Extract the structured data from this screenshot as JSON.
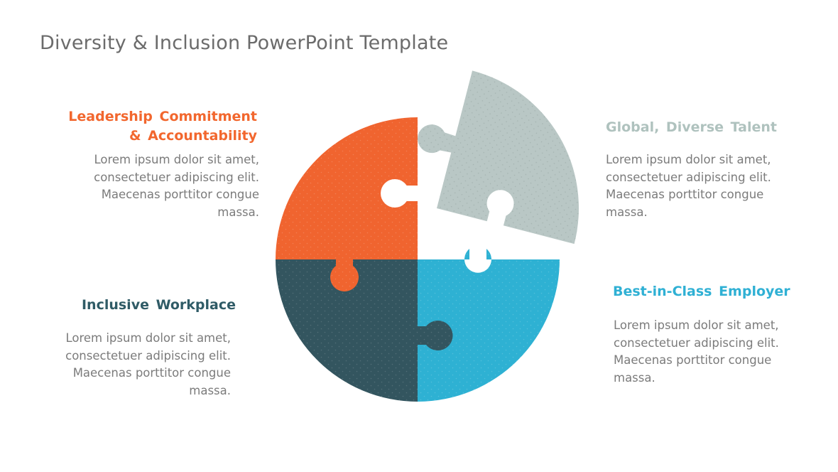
{
  "page": {
    "title": "Diversity & Inclusion PowerPoint Template",
    "background_color": "#FFFFFF",
    "title_color": "#6B6B6B",
    "body_text_color": "#7B7B7B"
  },
  "sections": {
    "leadership": {
      "heading_lines": [
        "Leadership Commitment",
        "& Accountability"
      ],
      "body_lines": [
        "Lorem ipsum dolor sit amet,",
        "consectetuer adipiscing elit.",
        "Maecenas porttitor congue",
        "massa."
      ],
      "color": "#F2672E",
      "align": "right"
    },
    "global_talent": {
      "heading": "Global, Diverse Talent",
      "body_lines": [
        "Lorem ipsum dolor sit amet,",
        "consectetuer adipiscing elit.",
        "Maecenas porttitor congue",
        "massa."
      ],
      "color": "#AFC2BE",
      "align": "left"
    },
    "inclusive_workplace": {
      "heading": "Inclusive Workplace",
      "body_lines": [
        "Lorem ipsum dolor sit amet,",
        "consectetuer adipiscing elit.",
        "Maecenas porttitor congue",
        "massa."
      ],
      "color": "#2F5B66",
      "align": "right"
    },
    "best_employer": {
      "heading": "Best-in-Class Employer",
      "body_lines": [
        "Lorem ipsum dolor sit amet,",
        "consectetuer adipiscing elit.",
        "Maecenas porttitor congue",
        "massa."
      ],
      "color": "#2FB0D4",
      "align": "left"
    }
  },
  "puzzle": {
    "description": "Circular four-piece puzzle, top-right piece detached and rotated",
    "pieces": [
      {
        "name": "leadership-commitment",
        "position": "top-left",
        "color": "#F0642F"
      },
      {
        "name": "global-diverse-talent",
        "position": "top-right-detached",
        "color": "#B9C7C5"
      },
      {
        "name": "inclusive-workplace",
        "position": "bottom-left",
        "color": "#33555F"
      },
      {
        "name": "best-in-class-employer",
        "position": "bottom-right",
        "color": "#2EB1D3"
      }
    ]
  }
}
